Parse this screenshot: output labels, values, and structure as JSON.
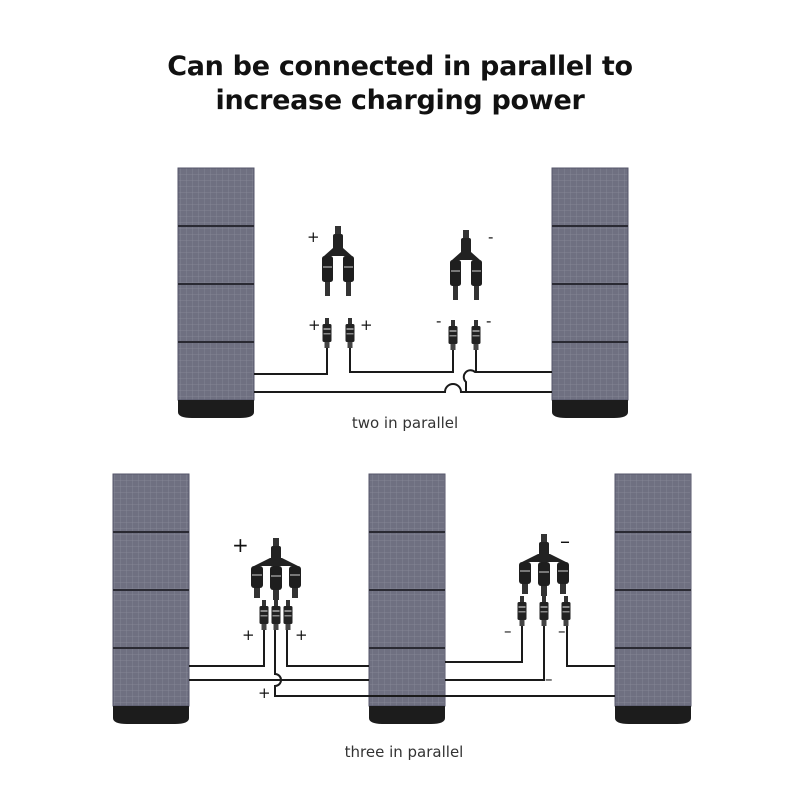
{
  "title": {
    "line1": "Can be connected in parallel to",
    "line2": "increase charging power"
  },
  "captions": {
    "two": "two in parallel",
    "three": "three in parallel"
  },
  "signs": {
    "plus": "+",
    "minus": "-",
    "dash": "–"
  },
  "colors": {
    "panel_fill": "#6f7081",
    "panel_grid": "#8a8b9b",
    "panel_divider": "#2a2a33",
    "panel_base": "#1c1c1c",
    "wire": "#1a1a1a",
    "connector": "#222222"
  }
}
